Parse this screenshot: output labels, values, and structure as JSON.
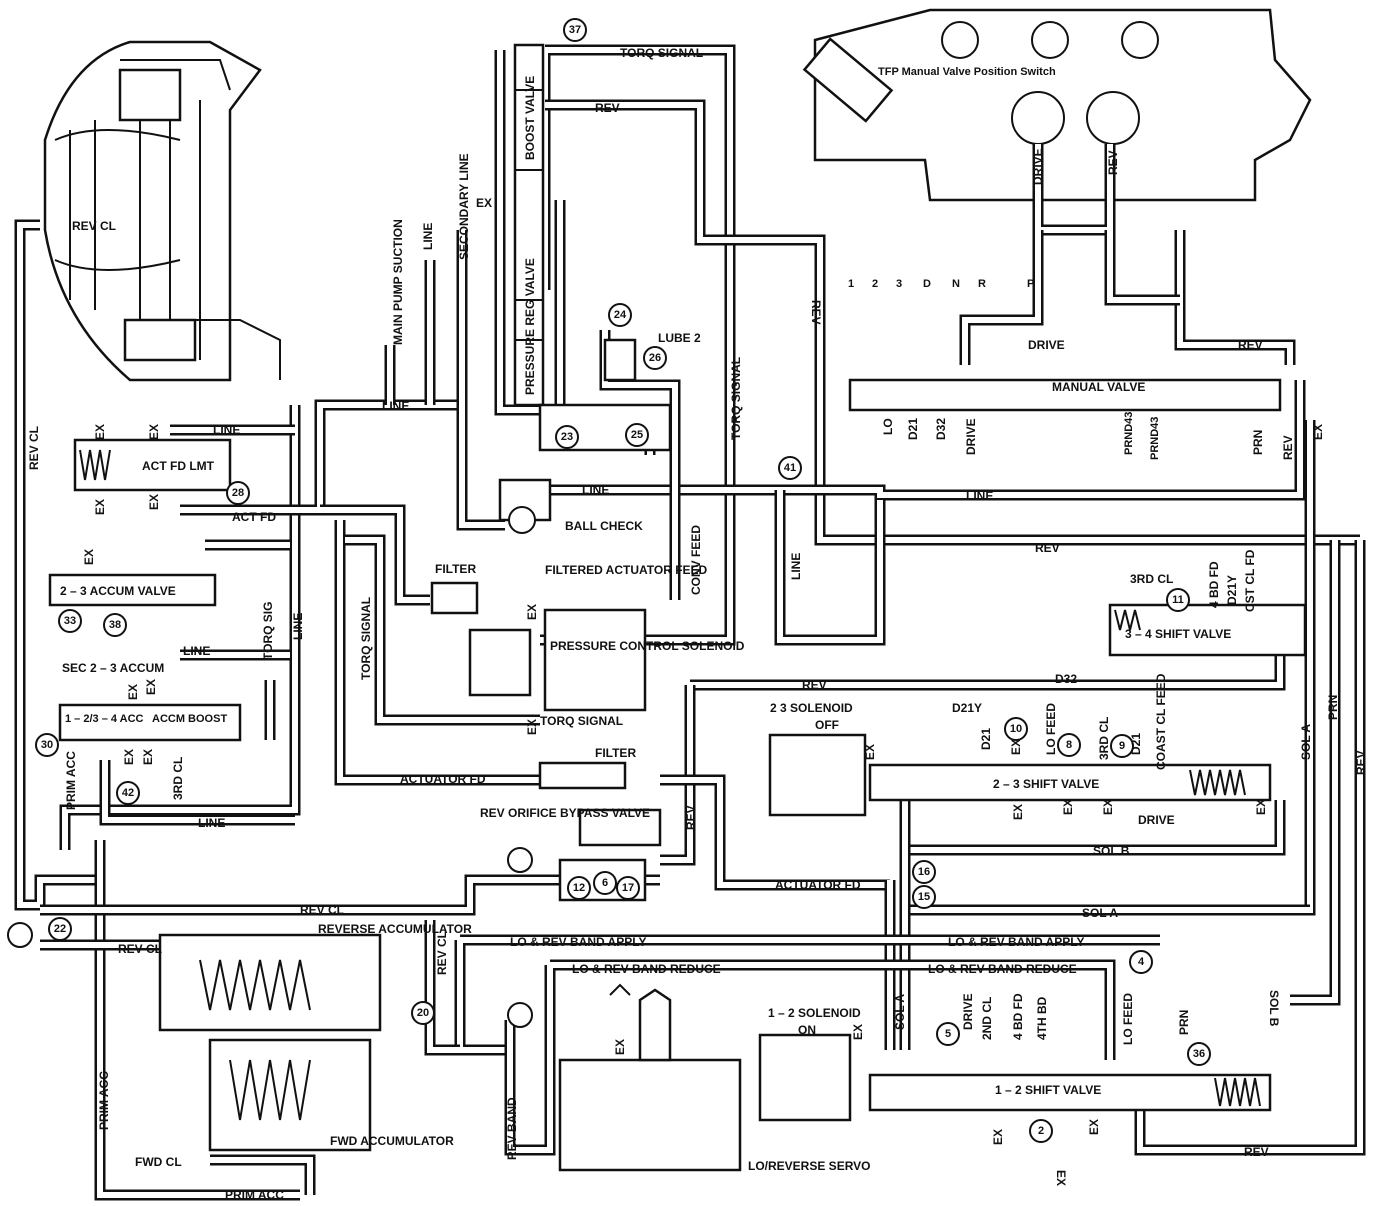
{
  "labels": {
    "rev_cl_top": "REV CL",
    "rev_cl_left": "REV CL",
    "rev_cl_mid": "REV CL",
    "rev_cl_low": "REV CL",
    "rev_cl_vert": "REV CL",
    "main_pump_suction": "MAIN PUMP SUCTION",
    "line_top": "LINE",
    "secondary_line": "SECONDARY LINE",
    "ex_top": "EX",
    "boost_valve": "BOOST VALVE",
    "pressure_reg_valve": "PRESSURE REG VALVE",
    "torq_signal_top": "TORQ SIGNAL",
    "rev_top": "REV",
    "lube2": "LUBE 2",
    "rev_vert": "REV",
    "torq_signal_vert": "TORQ SIGNAL",
    "tfp_switch": "TFP Manual Valve Position Switch",
    "drive_switch": "DRIVE",
    "rev_switch": "REV",
    "gear_1": "1",
    "gear_2": "2",
    "gear_3": "3",
    "gear_d": "D",
    "gear_n": "N",
    "gear_r": "R",
    "gear_p": "P",
    "drive_h": "DRIVE",
    "rev_h": "REV",
    "manual_valve": "MANUAL VALVE",
    "lo": "LO",
    "d21": "D21",
    "d32": "D32",
    "drive_v": "DRIVE",
    "prnd43a": "PRND43",
    "prnd43b": "PRND43",
    "prn": "PRN",
    "rev_v2": "REV",
    "ex_right": "EX",
    "line_mid": "LINE",
    "line_upper_left": "LINE",
    "line_2": "LINE",
    "ex_a1": "EX",
    "ex_a2": "EX",
    "ex_a3": "EX",
    "ex_a4": "EX",
    "act_fd_lmt": "ACT FD LMT",
    "act_fd": "ACT FD",
    "line_ball": "LINE",
    "ball_check": "BALL CHECK",
    "conv_feed": "CONV FEED",
    "line_vert_41": "LINE",
    "rev_h2": "REV",
    "filter1": "FILTER",
    "filtered_actuator_feed": "FILTERED ACTUATOR FEED",
    "ex_pcs": "EX",
    "pressure_control_solenoid": "PRESSURE CONTROL SOLENOID",
    "ex_pcs2": "EX",
    "torq_signal_low": "TORQ SIGNAL",
    "torq_signal_vert2": "TORQ SIGNAL",
    "torq_sig": "TORQ SIG",
    "line_vert": "LINE",
    "ex_accum": "EX",
    "accum_valve_23": "2 – 3 ACCUM VALVE",
    "line_accum": "LINE",
    "sec_23_accum": "SEC 2 – 3 ACCUM",
    "ex_b1": "EX",
    "ex_b2": "EX",
    "acc_1234": "1 – 2/3 – 4 ACC",
    "accm_boost": "ACCM BOOST",
    "ex_b3": "EX",
    "ex_b4": "EX",
    "third_cl_left": "3RD CL",
    "prim_acc_left": "PRIM ACC",
    "line_low": "LINE",
    "third_cl": "3RD CL",
    "bd_fd_4": "4 BD FD",
    "d21y": "D21Y",
    "cst_cl_fd": "CST CL FD",
    "shift_valve_34": "3 – 4 SHIFT VALVE",
    "d32_2": "D32",
    "rev_mid": "REV",
    "solenoid_23": "2 3 SOLENOID",
    "off": "OFF",
    "ex_sol23": "EX",
    "d21y_2": "D21Y",
    "d21_2": "D21",
    "lo_feed": "LO FEED",
    "ex_c1": "EX",
    "third_cl_2": "3RD CL",
    "d21_3": "D21",
    "coast_cl_feed": "COAST CL FEED",
    "shift_valve_23": "2 – 3 SHIFT VALVE",
    "ex_c2": "EX",
    "ex_c3": "EX",
    "ex_c4": "EX",
    "drive_low": "DRIVE",
    "ex_c5": "EX",
    "sol_a_vert": "SOL A",
    "prn_vert": "PRN",
    "rev_vert_right": "REV",
    "actuator_fd": "ACTUATOR FD",
    "filter2": "FILTER",
    "rev_orifice": "REV ORIFICE BYPASS VALVE",
    "rev_vert3": "REV",
    "sol_b": "SOL B",
    "actuator_fd_2": "ACTUATOR FD",
    "sol_a": "SOL A",
    "reverse_accumulator": "REVERSE ACCUMULATOR",
    "lo_rev_band_apply": "LO & REV BAND APPLY",
    "lo_rev_band_apply_2": "LO & REV BAND APPLY",
    "lo_rev_band_reduce": "LO & REV BAND REDUCE",
    "lo_rev_band_reduce_2": "LO & REV BAND REDUCE",
    "ex_servo": "EX",
    "solenoid_12": "1 – 2 SOLENOID",
    "on": "ON",
    "ex_sol12": "EX",
    "sol_a_vert2": "SOL A",
    "drive_2": "DRIVE",
    "second_cl": "2ND CL",
    "bd_fd_4_2": "4 BD FD",
    "fourth_bd": "4TH BD",
    "lo_feed_2": "LO FEED",
    "prn_2": "PRN",
    "sol_b_vert": "SOL B",
    "shift_valve_12": "1 – 2 SHIFT VALVE",
    "ex_d1": "EX",
    "ex_d2": "EX",
    "ex_d3": "EX",
    "rev_bottom": "REV",
    "prim_acc_vert": "PRIM ACC",
    "fwd_cl": "FWD CL",
    "fwd_accumulator": "FWD ACCUMULATOR",
    "prim_acc_bottom": "PRIM ACC",
    "rev_band": "REV BAND",
    "lo_reverse_servo": "LO/REVERSE SERVO"
  },
  "callouts": [
    "37",
    "24",
    "26",
    "23",
    "25",
    "41",
    "28",
    "33",
    "38",
    "30",
    "42",
    "11",
    "10",
    "8",
    "9",
    "16",
    "15",
    "12",
    "6",
    "17",
    "22",
    "20",
    "5",
    "4",
    "36",
    "2"
  ]
}
